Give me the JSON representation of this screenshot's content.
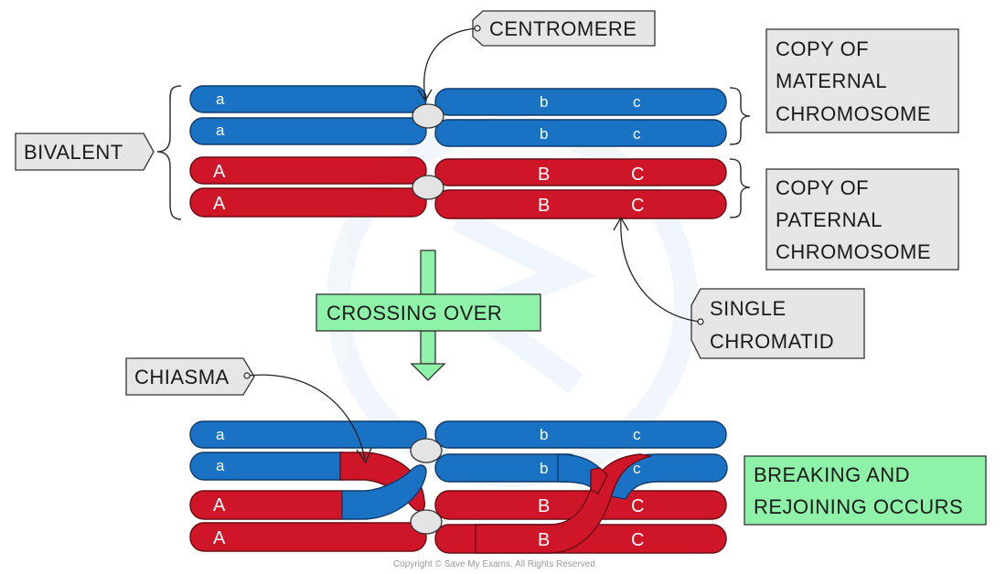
{
  "labels": {
    "centromere": "CENTROMERE",
    "maternal_line1": "COPY  OF",
    "maternal_line2": "MATERNAL",
    "maternal_line3": "CHROMOSOME",
    "paternal_line1": "COPY  OF",
    "paternal_line2": "PATERNAL",
    "paternal_line3": "CHROMOSOME",
    "bivalent": "BIVALENT",
    "crossing_over": "CROSSING  OVER",
    "single_chromatid_line1": "SINGLE",
    "single_chromatid_line2": "CHROMATID",
    "chiasma": "CHIASMA",
    "breaking_line1": "BREAKING  AND",
    "breaking_line2": "REJOINING  OCCURS"
  },
  "genes": {
    "maternal_left": "a",
    "maternal_mid": "b",
    "maternal_right": "c",
    "paternal_left": "A",
    "paternal_mid": "B",
    "paternal_right": "C"
  },
  "colors": {
    "maternal": "#1a72c4",
    "paternal": "#cf1628",
    "label_box": "#e6e6e6",
    "process_box": "#8ef2a8"
  },
  "footer": {
    "copyright": "Copyright © Save My Exams. All Rights Reserved"
  }
}
